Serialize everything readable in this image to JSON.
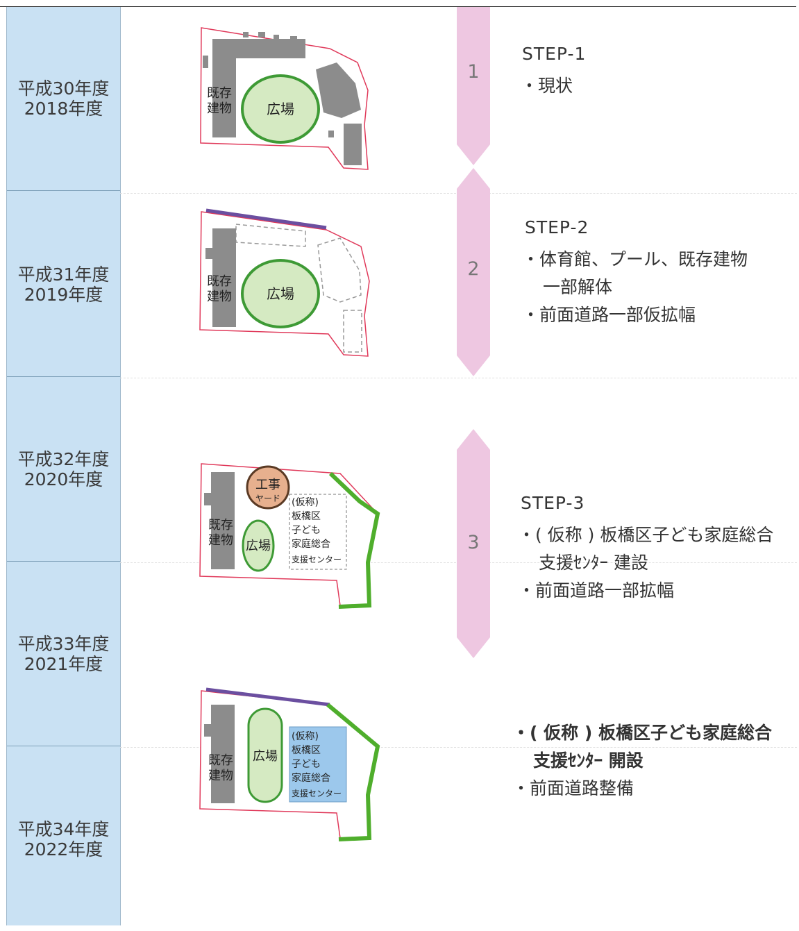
{
  "years": [
    {
      "heisei": "平成30年度",
      "western": "2018年度"
    },
    {
      "heisei": "平成31年度",
      "western": "2019年度"
    },
    {
      "heisei": "平成32年度",
      "western": "2020年度"
    },
    {
      "heisei": "平成33年度",
      "western": "2021年度"
    },
    {
      "heisei": "平成34年度",
      "western": "2022年度"
    }
  ],
  "arrows": [
    "1",
    "2",
    "3"
  ],
  "map_labels": {
    "existing_building_1": "既存",
    "existing_building_2": "建物",
    "plaza": "広場",
    "construction_1": "工事",
    "construction_2": "ヤード",
    "center_lines": [
      "(仮称)",
      "板橋区",
      "子ども",
      "家庭総合",
      "支援センター"
    ]
  },
  "steps": [
    {
      "title": "STEP-1",
      "items": [
        "・現状"
      ]
    },
    {
      "title": "STEP-2",
      "items": [
        "・体育館、プール、既存建物",
        "一部解体",
        "・前面道路一部仮拡幅"
      ]
    },
    {
      "title": "STEP-3",
      "items": [
        "・( 仮称 ) 板橋区子ども家庭総合",
        "支援ｾﾝﾀｰ 建設",
        "・前面道路一部拡幅"
      ]
    },
    {
      "title": "",
      "items": [
        "・( 仮称 ) 板橋区子ども家庭総合",
        "支援ｾﾝﾀｰ 開設",
        "・前面道路整備"
      ]
    }
  ],
  "colors": {
    "year_column": "#c9e1f3",
    "arrow": "#eec7e1",
    "site_outline": "#e0395a",
    "building": "#8c8c8c",
    "plaza_fill": "#d5eac2",
    "plaza_stroke": "#3e9a35",
    "road_purple": "#6b4fa0",
    "road_green": "#4fae2c",
    "construction_fill": "#e7b08e",
    "center_fill": "#9cc8ec"
  }
}
